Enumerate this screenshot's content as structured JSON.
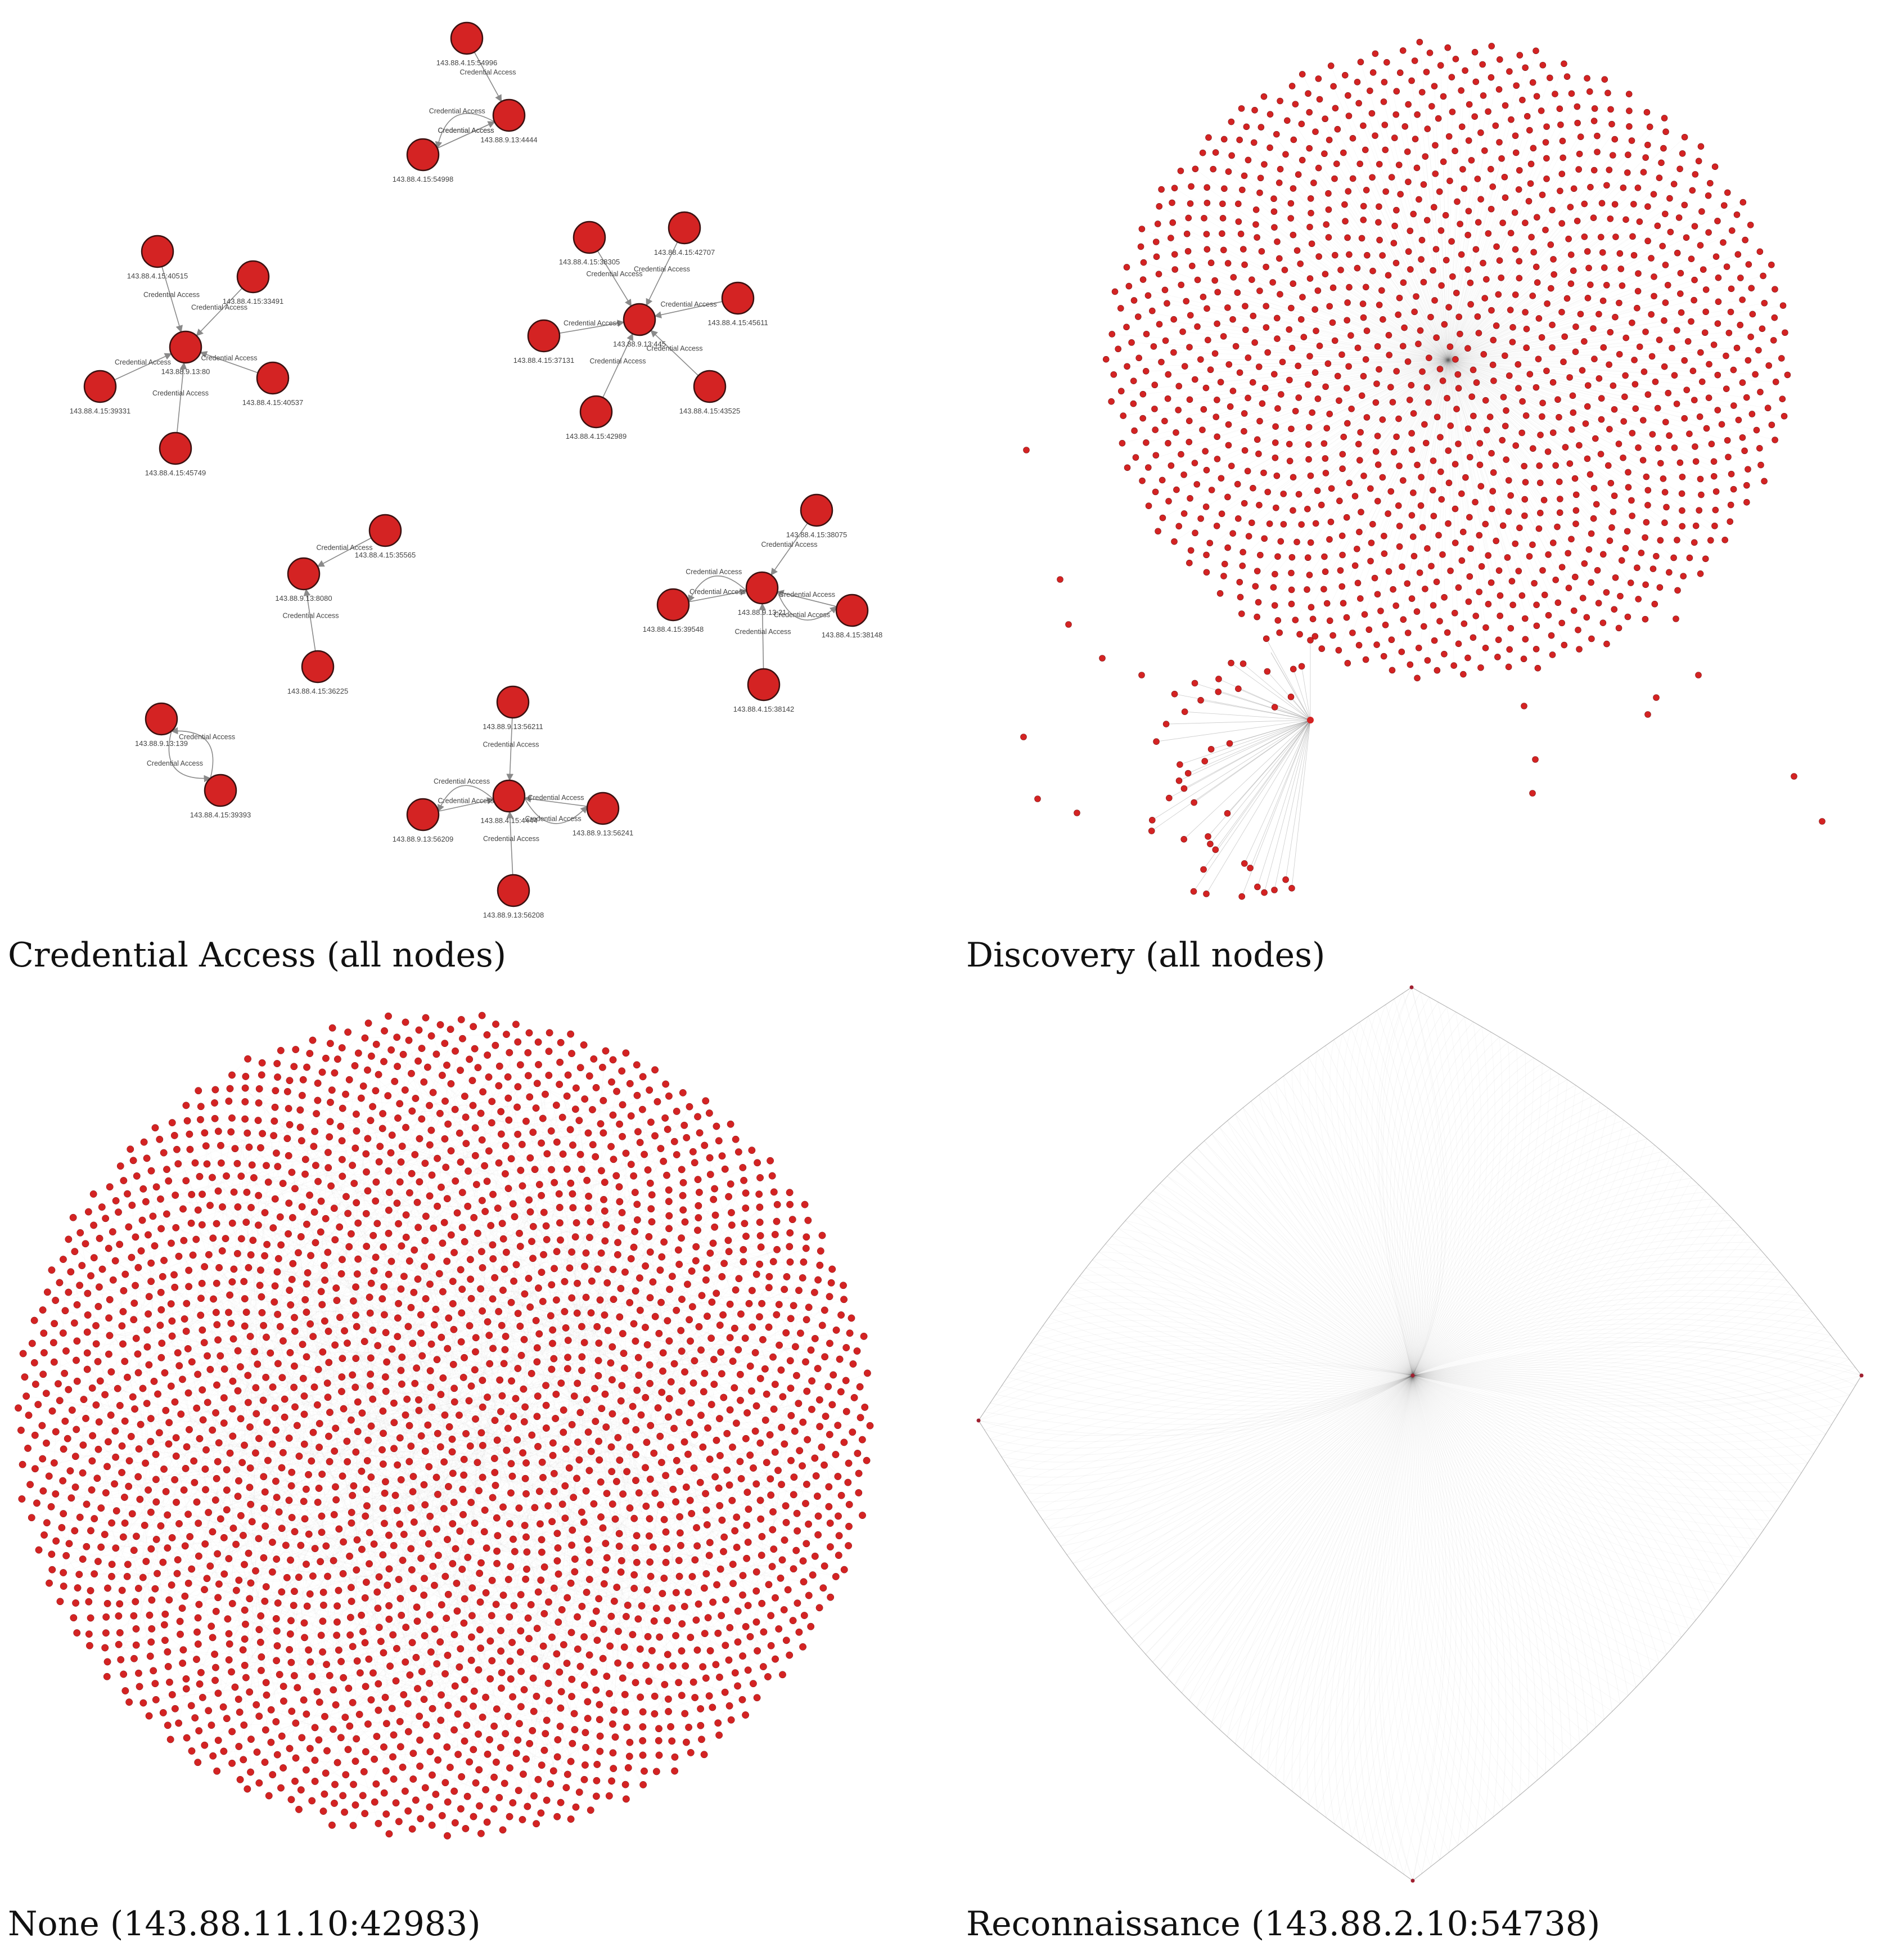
{
  "colors": {
    "node": "#d42323",
    "node_stroke": "#3a1010",
    "edge": "#9a9a9a",
    "label": "#444444",
    "recon_edge": "#000000"
  },
  "panels": {
    "credential": {
      "caption": "Credential Access (all nodes)",
      "clusters": [
        {
          "nodes": [
            {
              "id": "a1",
              "label": "143.88.4.15:54996"
            },
            {
              "id": "a2",
              "label": "143.88.9.13:4444"
            },
            {
              "id": "a3",
              "label": "143.88.4.15:54998"
            }
          ],
          "edges": [
            {
              "from": "a1",
              "to": "a2",
              "label": "Credential Access"
            },
            {
              "from": "a3",
              "to": "a2",
              "label": "Credential Access"
            },
            {
              "from": "a2",
              "to": "a3",
              "label": "Credential Access"
            },
            {
              "from": "a3",
              "to": "a2",
              "label": "Credential Access"
            }
          ]
        },
        {
          "nodes": [
            {
              "id": "b0",
              "label": "143.88.9.13:80"
            },
            {
              "id": "b1",
              "label": "143.88.4.15:40515"
            },
            {
              "id": "b2",
              "label": "143.88.4.15:33491"
            },
            {
              "id": "b3",
              "label": "143.88.4.15:39331"
            },
            {
              "id": "b4",
              "label": "143.88.4.15:40537"
            },
            {
              "id": "b5",
              "label": "143.88.4.15:45749"
            }
          ],
          "edges": [
            {
              "from": "b1",
              "to": "b0",
              "label": "Credential Access"
            },
            {
              "from": "b2",
              "to": "b0",
              "label": "Credential Access"
            },
            {
              "from": "b3",
              "to": "b0",
              "label": "Credential Access"
            },
            {
              "from": "b4",
              "to": "b0",
              "label": "Credential Access"
            },
            {
              "from": "b5",
              "to": "b0",
              "label": "Credential Access"
            }
          ]
        },
        {
          "nodes": [
            {
              "id": "c0",
              "label": "143.88.9.13:445"
            },
            {
              "id": "c1",
              "label": "143.88.4.15:38305"
            },
            {
              "id": "c2",
              "label": "143.88.4.15:42707"
            },
            {
              "id": "c3",
              "label": "143.88.4.15:45611"
            },
            {
              "id": "c4",
              "label": "143.88.4.15:37131"
            },
            {
              "id": "c5",
              "label": "143.88.4.15:43525"
            },
            {
              "id": "c6",
              "label": "143.88.4.15:42989"
            }
          ],
          "edges": [
            {
              "from": "c1",
              "to": "c0",
              "label": "Credential Access"
            },
            {
              "from": "c2",
              "to": "c0",
              "label": "Credential Access"
            },
            {
              "from": "c3",
              "to": "c0",
              "label": "Credential Access"
            },
            {
              "from": "c4",
              "to": "c0",
              "label": "Credential Access"
            },
            {
              "from": "c5",
              "to": "c0",
              "label": "Credential Access"
            },
            {
              "from": "c6",
              "to": "c0",
              "label": "Credential Access"
            }
          ]
        },
        {
          "nodes": [
            {
              "id": "d0",
              "label": "143.88.9.13:8080"
            },
            {
              "id": "d1",
              "label": "143.88.4.15:35565"
            },
            {
              "id": "d2",
              "label": "143.88.4.15:36225"
            }
          ],
          "edges": [
            {
              "from": "d1",
              "to": "d0",
              "label": "Credential Access"
            },
            {
              "from": "d2",
              "to": "d0",
              "label": "Credential Access"
            }
          ]
        },
        {
          "nodes": [
            {
              "id": "e0",
              "label": "143.88.9.13:21"
            },
            {
              "id": "e1",
              "label": "143.88.4.15:38075"
            },
            {
              "id": "e2",
              "label": "143.88.4.15:39548"
            },
            {
              "id": "e3",
              "label": "143.88.4.15:38148"
            },
            {
              "id": "e4",
              "label": "143.88.4.15:38142"
            }
          ],
          "edges": [
            {
              "from": "e1",
              "to": "e0",
              "label": "Credential Access"
            },
            {
              "from": "e2",
              "to": "e0",
              "label": "Credential Access"
            },
            {
              "from": "e0",
              "to": "e2",
              "label": "Credential Access"
            },
            {
              "from": "e3",
              "to": "e0",
              "label": "Credential Access"
            },
            {
              "from": "e0",
              "to": "e3",
              "label": "Credential Access"
            },
            {
              "from": "e4",
              "to": "e0",
              "label": "Credential Access"
            }
          ]
        },
        {
          "nodes": [
            {
              "id": "f0",
              "label": "143.88.9.13:139"
            },
            {
              "id": "f1",
              "label": "143.88.4.15:39393"
            }
          ],
          "edges": [
            {
              "from": "f1",
              "to": "f0",
              "label": "Credential Access"
            },
            {
              "from": "f0",
              "to": "f1",
              "label": "Credential Access"
            }
          ]
        },
        {
          "nodes": [
            {
              "id": "g0",
              "label": "143.88.4.15:4444"
            },
            {
              "id": "g1",
              "label": "143.88.9.13:56211"
            },
            {
              "id": "g2",
              "label": "143.88.9.13:56209"
            },
            {
              "id": "g3",
              "label": "143.88.9.13:56241"
            },
            {
              "id": "g4",
              "label": "143.88.9.13:56208"
            }
          ],
          "edges": [
            {
              "from": "g1",
              "to": "g0",
              "label": "Credential Access"
            },
            {
              "from": "g2",
              "to": "g0",
              "label": "Credential Access"
            },
            {
              "from": "g0",
              "to": "g2",
              "label": "Credential Access"
            },
            {
              "from": "g3",
              "to": "g0",
              "label": "Credential Access"
            },
            {
              "from": "g0",
              "to": "g3",
              "label": "Credential Access"
            },
            {
              "from": "g4",
              "to": "g0",
              "label": "Credential Access"
            }
          ]
        }
      ]
    },
    "discovery": {
      "caption": "Discovery (all nodes)"
    },
    "none": {
      "caption": "None (143.88.11.10:42983)"
    },
    "recon": {
      "caption": "Reconnaissance (143.88.2.10:54738)"
    }
  }
}
